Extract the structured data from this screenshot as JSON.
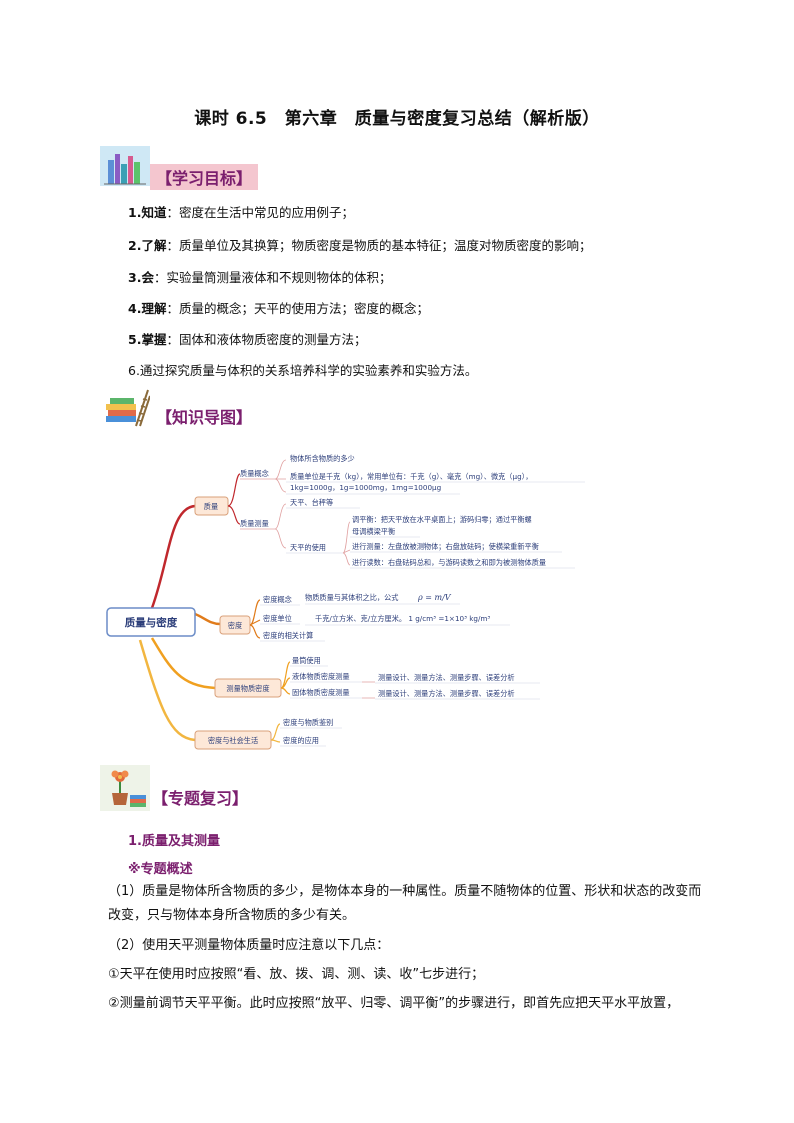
{
  "title": "课时 6.5　第六章　质量与密度复习总结（解析版）",
  "sections": {
    "goals_label": "【学习目标】",
    "map_label": "【知识导图】",
    "review_label": "【专题复习】"
  },
  "goals": [
    {
      "prefix": "1.知道",
      "text": "：密度在生活中常见的应用例子；"
    },
    {
      "prefix": "2.了解",
      "text": "：质量单位及其换算；物质密度是物质的基本特征；温度对物质密度的影响；"
    },
    {
      "prefix": "3.会",
      "text": "：实验量筒测量液体和不规则物体的体积；"
    },
    {
      "prefix": "4.理解",
      "text": "：质量的概念；天平的使用方法；密度的概念；"
    },
    {
      "prefix": "5.掌握",
      "text": "：固体和液体物质密度的测量方法；"
    },
    {
      "prefix": "",
      "text": "6.通过探究质量与体积的关系培养科学的实验素养和实验方法。"
    }
  ],
  "mindmap": {
    "root": "质量与密度",
    "mass": {
      "label": "质量",
      "concept": "质量概念",
      "concept_items": [
        "物体所含物质的多少",
        "质量单位是千克（kg），常用单位有：千克（g）、毫克（mg）、微克（μg），",
        "1kg=1000g，1g=1000mg，1mg=1000μg"
      ],
      "measure": "质量测量",
      "measure_tools": "天平、台秤等",
      "balance_use": "天平的使用",
      "balance_items": [
        "调平衡：把天平放在水平桌面上；游码归零；通过平衡螺",
        "母调横梁平衡",
        "进行测量：左盘放被测物体；右盘放砝码；使横梁重新平衡",
        "进行读数：右盘砝码总和，与游码读数之和即为被测物体质量"
      ]
    },
    "density": {
      "label": "密度",
      "concept": "密度概念",
      "concept_text": "物质质量与其体积之比，公式",
      "formula": "ρ = m/V",
      "unit": "密度单位",
      "unit_text": "千克/立方米、克/立方厘米。 1 g/cm³ =1×10³ kg/m³",
      "calc": "密度的相关计算"
    },
    "measure_density": {
      "label": "测量物质密度",
      "items": [
        "量筒使用",
        "液体物质密度测量",
        "固体物质密度测量"
      ],
      "liquid_detail": "测量设计、测量方法、测量步骤、误差分析",
      "solid_detail": "测量设计、测量方法、测量步骤、误差分析"
    },
    "society": {
      "label": "密度与社会生活",
      "items": [
        "密度与物质鉴别",
        "密度的应用"
      ]
    }
  },
  "review": {
    "subtitle": "1.质量及其测量",
    "note": "※专题概述",
    "paragraphs": [
      "（1）质量是物体所含物质的多少，是物体本身的一种属性。质量不随物体的位置、形状和状态的改变而改变，只与物体本身所含物质的多少有关。",
      "（2）使用天平测量物体质量时应注意以下几点：",
      "①天平在使用时应按照“看、放、拨、调、测、读、收”七步进行；",
      "②测量前调节天平平衡。此时应按照“放平、归零、调平衡”的步骤进行，即首先应把天平水平放置，"
    ]
  },
  "colors": {
    "section_label": "#7b1f6e",
    "mindmap_text": "#2c3e7a",
    "branch_mass": "#c0282d",
    "branch_density": "#e07b1a",
    "branch_measure": "#f0a020",
    "branch_society": "#f2b640"
  }
}
